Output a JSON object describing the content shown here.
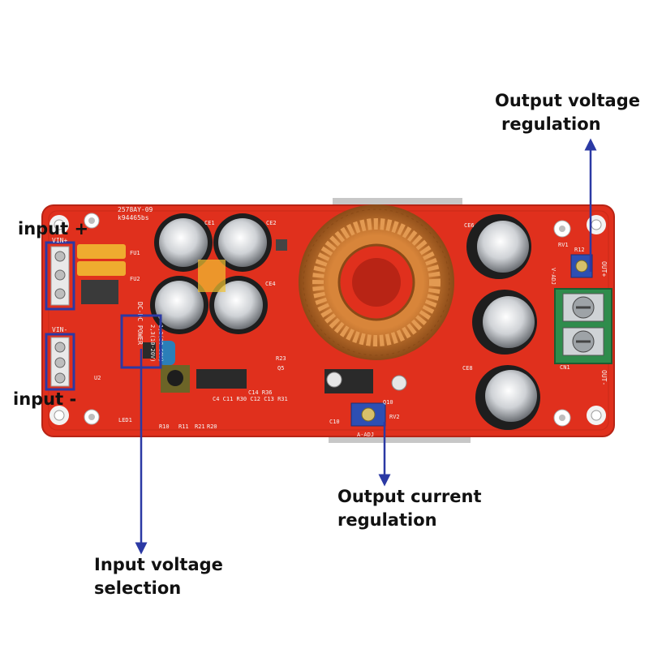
{
  "labels": {
    "input_plus": "input +",
    "input_minus": "input -",
    "output_voltage": [
      "Output voltage",
      "regulation"
    ],
    "output_current": [
      "Output current",
      "regulation"
    ],
    "input_voltage": [
      "Input voltage",
      "selection"
    ]
  },
  "silkscreen": {
    "model_top": "2578AY-09",
    "model_sub": "k94465bs",
    "vin_plus": "VIN+",
    "vin_minus": "VIN-",
    "vout_plus": "OUT+",
    "vout_minus": "OUT-",
    "v_adj": "V-ADJ",
    "a_adj": "A-ADJ",
    "selector_1": "1,2(20-60V)",
    "selector_2": "2,3(10-20V)",
    "power_label": "DC-DC POWER",
    "ce1": "CE1",
    "ce2": "CE2",
    "ce4": "CE4",
    "ce6": "CE6",
    "ce8": "CE8",
    "fu1": "FU1",
    "fu2": "FU2",
    "rv1": "RV1",
    "rv2": "RV2",
    "r12": "R12",
    "cn1": "CN1",
    "r23": "R23",
    "q5": "Q5",
    "u2": "U2",
    "led1": "LED1",
    "r10": "R10",
    "r11": "R11",
    "r21": "R21",
    "r20": "R20",
    "c10": "C10",
    "q10": "Q10",
    "res_row": "C4 C11 R30 C12 C13 R31",
    "r14": "C14 R36"
  },
  "colors": {
    "board": "#e0301d",
    "board_dark": "#b82415",
    "frame": "#2b39a4",
    "arrow": "#2b39a4",
    "copper": "#c9762e",
    "terminal": "#2f8c4c"
  }
}
